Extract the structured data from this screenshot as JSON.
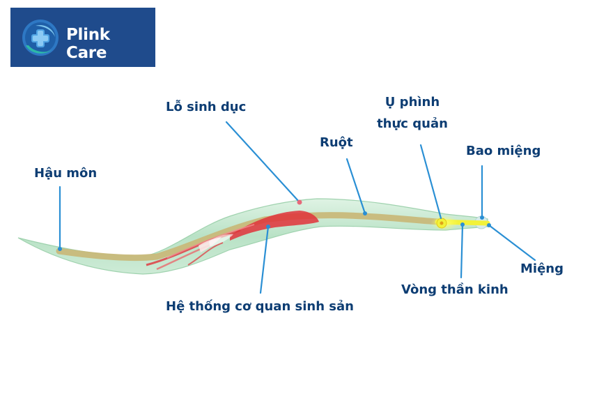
{
  "brand": {
    "name": "Plink Care",
    "color": "#1f4b8c",
    "icon": "plink-care-cross-emblem"
  },
  "diagram": {
    "labels": {
      "anus": "Hậu môn",
      "genital_pore": "Lỗ sinh dục",
      "intestine": "Ruột",
      "esophageal_bulb": [
        "Ụ phình",
        "thực quản"
      ],
      "buccal_capsule": "Bao miệng",
      "mouth": "Miệng",
      "nerve_ring": "Vòng thần kinh",
      "reproductive_system": "Hệ thống cơ quan sinh sản"
    },
    "colors": {
      "label_text": "#0d3d73",
      "leader_line": "#2a8fd4",
      "body": "#bfe6c9",
      "intestine": "#c8b97a",
      "reproductive": "#e0323a",
      "nerve": "#f2f23a"
    }
  }
}
